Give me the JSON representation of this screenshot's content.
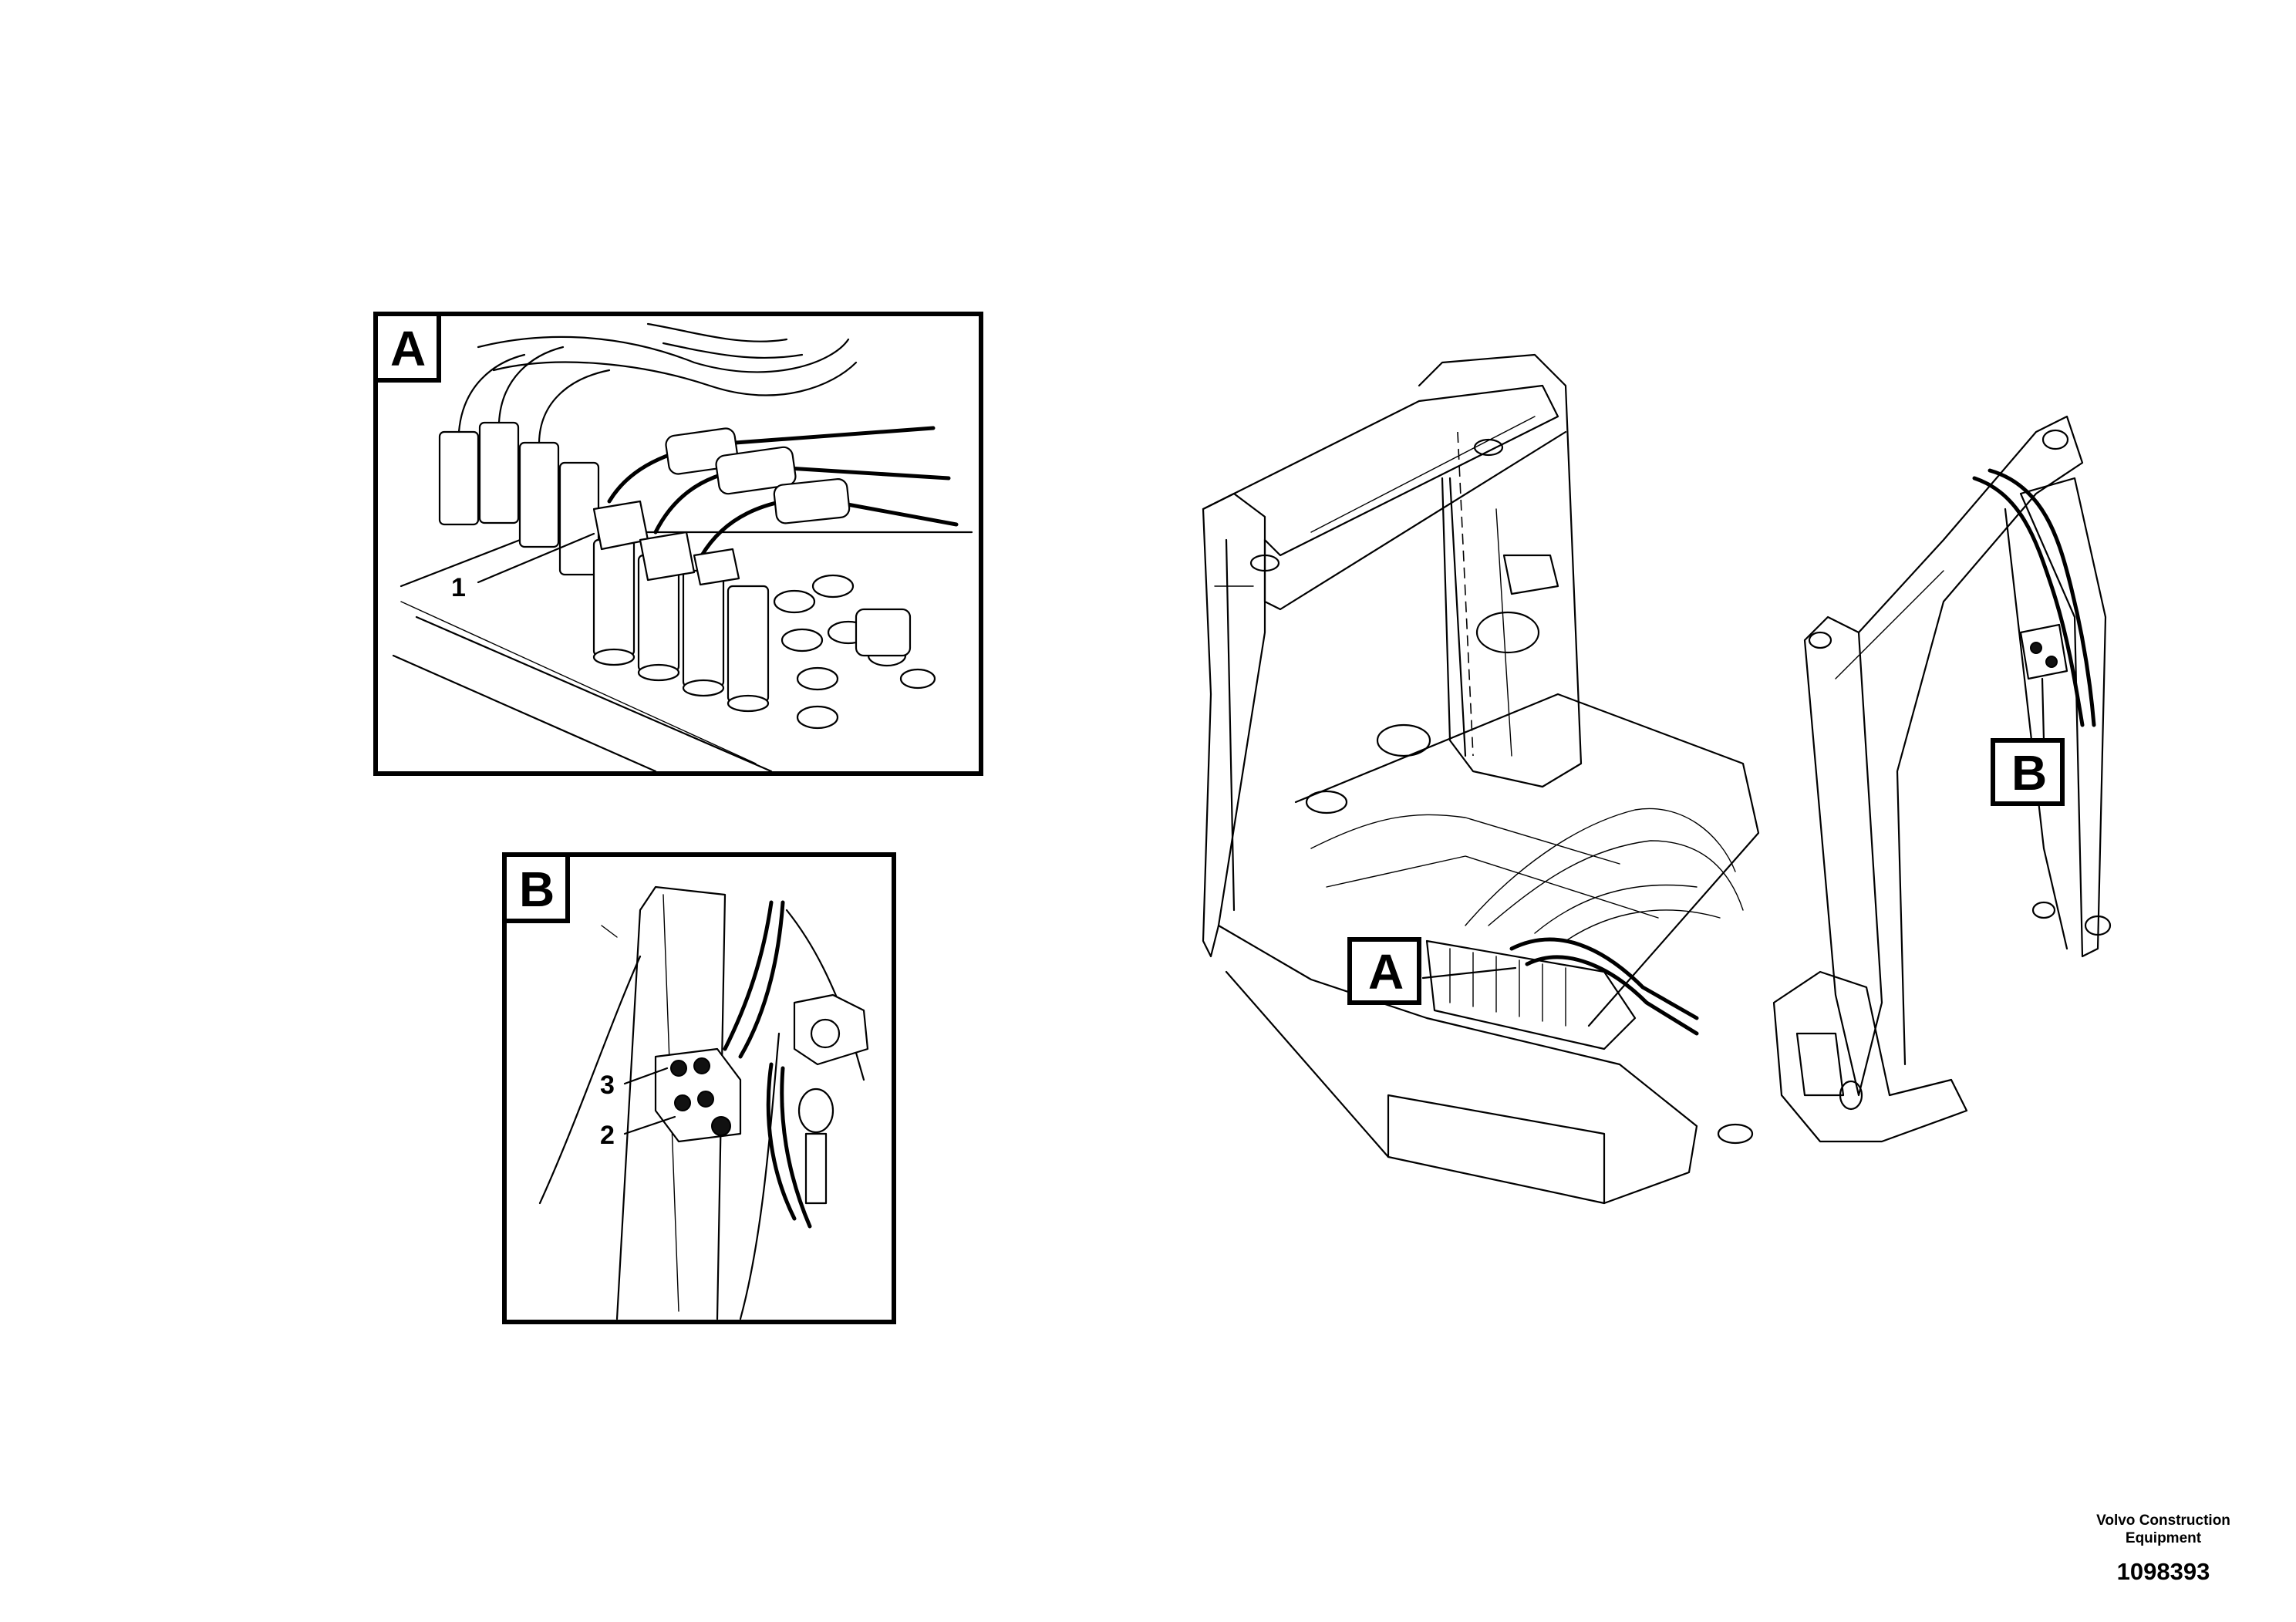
{
  "details": {
    "A": {
      "tag": "A"
    },
    "B": {
      "tag": "B"
    }
  },
  "callouts": {
    "main_A": "A",
    "main_B": "B",
    "item_1": "1",
    "item_2": "2",
    "item_3": "3"
  },
  "footer": {
    "company_line1": "Volvo Construction",
    "company_line2": "Equipment",
    "part_number": "1098393"
  }
}
